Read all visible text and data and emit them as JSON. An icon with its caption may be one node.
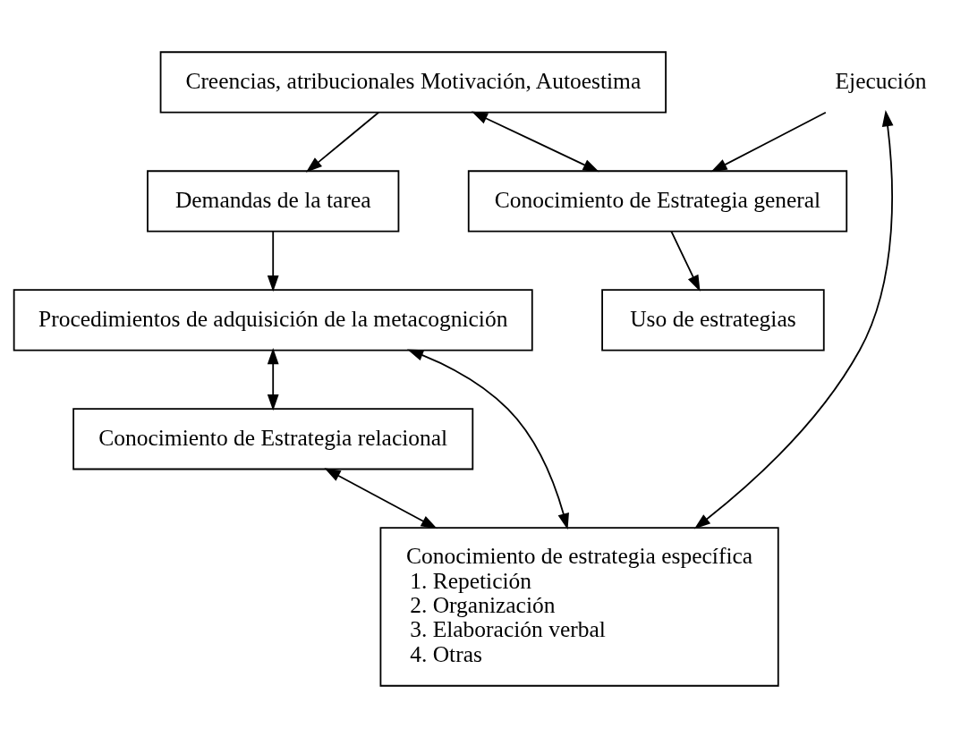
{
  "diagram": {
    "nodes": [
      {
        "text": [
          "Creencias, atribucionales Motivación, Autoestima"
        ]
      },
      {
        "text": [
          "Ejecución"
        ]
      },
      {
        "text": [
          "Uso de estrategias"
        ]
      },
      {
        "text": [
          "Conocimiento de Estrategia general"
        ]
      },
      {
        "text": [
          "Conocimiento de estrategia específica",
          "1. Repetición",
          "2. Organización",
          "3. Elaboración verbal",
          "4. Otras"
        ]
      },
      {
        "text": [
          "Procedimientos de adquisición de la metacognición"
        ]
      },
      {
        "text": [
          "Conocimiento de Estrategia relacional"
        ]
      },
      {
        "text": [
          "Demandas de la tarea"
        ]
      }
    ],
    "edges": [
      {
        "from": 0,
        "to": 7,
        "arrow": "to"
      },
      {
        "from": 0,
        "to": 3,
        "arrow": "both"
      },
      {
        "from": 1,
        "to": 3,
        "arrow": "to"
      },
      {
        "from": 3,
        "to": 2,
        "arrow": "to"
      },
      {
        "from": 1,
        "to": 4,
        "arrow": "both"
      },
      {
        "from": 5,
        "to": 4,
        "arrow": "both"
      },
      {
        "from": 5,
        "to": 6,
        "arrow": "both"
      },
      {
        "from": 6,
        "to": 4,
        "arrow": "both"
      },
      {
        "from": 7,
        "to": 5,
        "arrow": "to"
      }
    ]
  }
}
